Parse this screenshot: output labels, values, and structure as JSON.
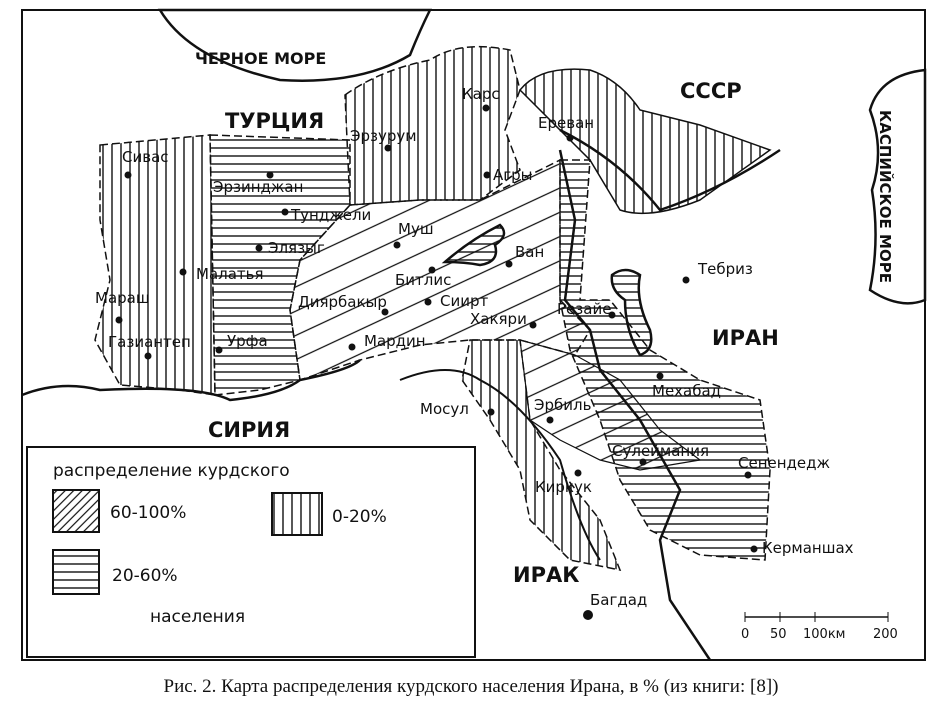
{
  "seas": {
    "black_sea": "ЧЕРНОЕ МОРЕ",
    "caspian_sea": "КАСПИЙСКОЕ МОРЕ"
  },
  "countries": {
    "turkey": "ТУРЦИЯ",
    "ussr": "СССР",
    "iran": "ИРАН",
    "syria": "СИРИЯ",
    "iraq": "ИРАК"
  },
  "cities": [
    "Карс",
    "Ереван",
    "Эрзурум",
    "Агры",
    "Сивас",
    "Эрзинджан",
    "Тунджели",
    "Муш",
    "Элязыг",
    "Ван",
    "Малатья",
    "Битлис",
    "Тебриз",
    "Мараш",
    "Диярбакыр",
    "Сиирт",
    "Резайе",
    "Хакяри",
    "Газиантеп",
    "Урфа",
    "Мардин",
    "Мехабад",
    "Мосул",
    "Эрбиль",
    "Сулеймания",
    "Сенендедж",
    "Киркук",
    "Керманшах",
    "Багдад"
  ],
  "legend": {
    "title": "распределение курдского",
    "footer": "населения",
    "items": [
      {
        "pattern": "diagonal",
        "label": "60-100%"
      },
      {
        "pattern": "vertical",
        "label": "0-20%"
      },
      {
        "pattern": "horizontal",
        "label": "20-60%"
      }
    ]
  },
  "scale": {
    "ticks": [
      "0",
      "50",
      "100км",
      "200"
    ]
  },
  "caption": "Рис. 2. Карта распределения курдского населения Ирана, в % (из книги: [8])"
}
